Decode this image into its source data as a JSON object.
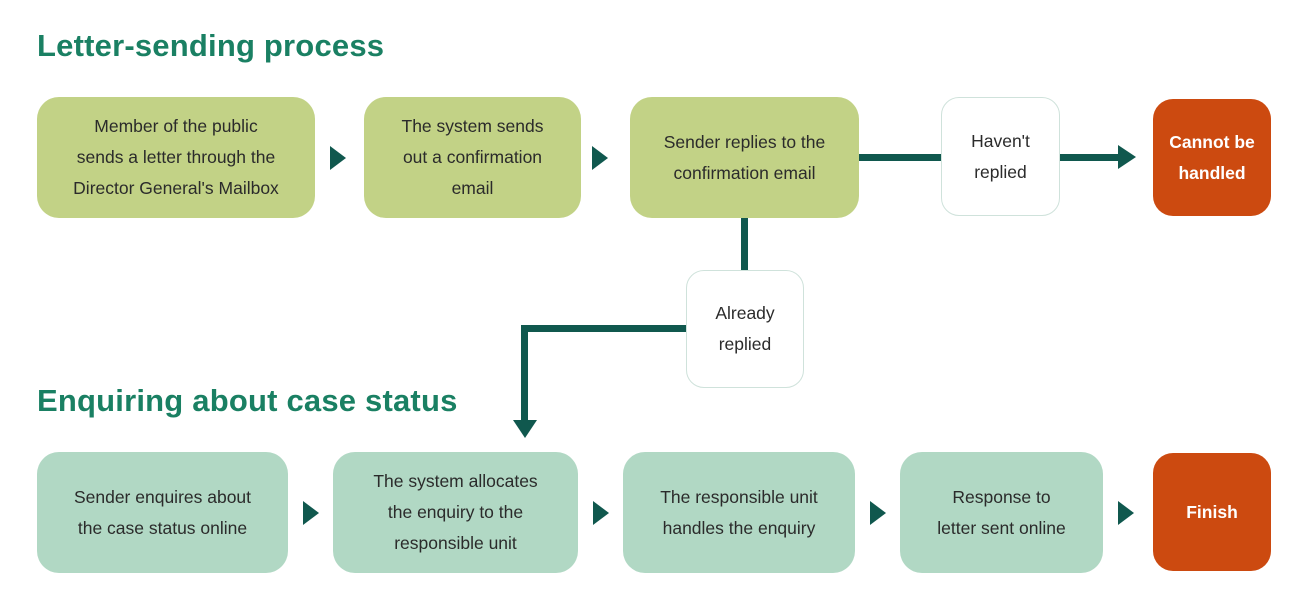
{
  "titles": {
    "section1": "Letter-sending process",
    "section2": "Enquiring about case status"
  },
  "colors": {
    "title_green": "#1a8063",
    "process_olive": "#c2d286",
    "process_mint": "#b1d8c4",
    "terminal_orange": "#cc4a10",
    "connector_teal": "#10584e",
    "box_text": "#2b2b2b",
    "condition_border": "#cfe2db"
  },
  "flow1": {
    "steps": [
      {
        "lines": [
          "Member of the public",
          "sends a letter through the",
          "Director General's Mailbox"
        ]
      },
      {
        "lines": [
          "The system sends",
          "out a confirmation",
          "email"
        ]
      },
      {
        "lines": [
          "Sender replies to the",
          "confirmation email"
        ]
      }
    ],
    "condition_not_replied": {
      "lines": [
        "Haven't",
        "replied"
      ]
    },
    "terminal_cannot_be_handled": {
      "lines": [
        "Cannot be",
        "handled"
      ]
    },
    "condition_already_replied": {
      "lines": [
        "Already",
        "replied"
      ]
    }
  },
  "flow2": {
    "steps": [
      {
        "lines": [
          "Sender enquires about",
          "the case status online"
        ]
      },
      {
        "lines": [
          "The system allocates",
          "the enquiry to the",
          "responsible unit"
        ]
      },
      {
        "lines": [
          "The responsible unit",
          "handles the enquiry"
        ]
      },
      {
        "lines": [
          "Response to",
          "letter sent online"
        ]
      }
    ],
    "terminal_finish": {
      "lines": [
        "Finish"
      ]
    }
  }
}
